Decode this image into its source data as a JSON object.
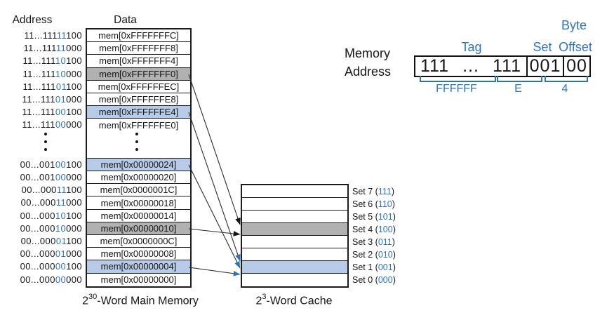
{
  "colors": {
    "accent_blue": "#2E74B8",
    "row_blue": "#B7CAE7",
    "row_gray": "#B1B1B1"
  },
  "left_table": {
    "address_header": "Address",
    "data_header": "Data",
    "caption_base": "2",
    "caption_sup": "30",
    "caption_rest": "-Word Main Memory",
    "rows_top": [
      {
        "addr_pre": "11...111",
        "addr_set": "11",
        "addr_post": "100",
        "data": "mem[0xFFFFFFFC]",
        "highlight": "none"
      },
      {
        "addr_pre": "11...111",
        "addr_set": "11",
        "addr_post": "000",
        "data": "mem[0xFFFFFFF8]",
        "highlight": "none"
      },
      {
        "addr_pre": "11...111",
        "addr_set": "10",
        "addr_post": "100",
        "data": "mem[0xFFFFFFF4]",
        "highlight": "none"
      },
      {
        "addr_pre": "11...111",
        "addr_set": "10",
        "addr_post": "000",
        "data": "mem[0xFFFFFFF0]",
        "highlight": "gray"
      },
      {
        "addr_pre": "11...111",
        "addr_set": "01",
        "addr_post": "100",
        "data": "mem[0xFFFFFFEC]",
        "highlight": "none"
      },
      {
        "addr_pre": "11...111",
        "addr_set": "01",
        "addr_post": "000",
        "data": "mem[0xFFFFFFE8]",
        "highlight": "none"
      },
      {
        "addr_pre": "11...111",
        "addr_set": "00",
        "addr_post": "100",
        "data": "mem[0xFFFFFFE4]",
        "highlight": "blue"
      },
      {
        "addr_pre": "11...111",
        "addr_set": "00",
        "addr_post": "000",
        "data": "mem[0xFFFFFFE0]",
        "highlight": "none"
      }
    ],
    "rows_bottom": [
      {
        "addr_pre": "00...001",
        "addr_set": "00",
        "addr_post": "100",
        "data": "mem[0x00000024]",
        "highlight": "blue"
      },
      {
        "addr_pre": "00...001",
        "addr_set": "00",
        "addr_post": "000",
        "data": "mem[0x00000020]",
        "highlight": "none"
      },
      {
        "addr_pre": "00...000",
        "addr_set": "11",
        "addr_post": "100",
        "data": "mem[0x0000001C]",
        "highlight": "none"
      },
      {
        "addr_pre": "00...000",
        "addr_set": "11",
        "addr_post": "000",
        "data": "mem[0x00000018]",
        "highlight": "none"
      },
      {
        "addr_pre": "00...000",
        "addr_set": "10",
        "addr_post": "100",
        "data": "mem[0x00000014]",
        "highlight": "none"
      },
      {
        "addr_pre": "00...000",
        "addr_set": "10",
        "addr_post": "000",
        "data": "mem[0x00000010]",
        "highlight": "gray"
      },
      {
        "addr_pre": "00...000",
        "addr_set": "01",
        "addr_post": "100",
        "data": "mem[0x0000000C]",
        "highlight": "none"
      },
      {
        "addr_pre": "00...000",
        "addr_set": "01",
        "addr_post": "000",
        "data": "mem[0x00000008]",
        "highlight": "none"
      },
      {
        "addr_pre": "00...000",
        "addr_set": "00",
        "addr_post": "100",
        "data": "mem[0x00000004]",
        "highlight": "blue"
      },
      {
        "addr_pre": "00...000",
        "addr_set": "00",
        "addr_post": "000",
        "data": "mem[0x00000000]",
        "highlight": "none"
      }
    ]
  },
  "cache": {
    "caption_base": "2",
    "caption_sup": "3",
    "caption_rest": "-Word Cache",
    "rows": [
      {
        "label": "Set 7",
        "bits": "111",
        "highlight": "none"
      },
      {
        "label": "Set 6",
        "bits": "110",
        "highlight": "none"
      },
      {
        "label": "Set 5",
        "bits": "101",
        "highlight": "none"
      },
      {
        "label": "Set 4",
        "bits": "100",
        "highlight": "gray"
      },
      {
        "label": "Set 3",
        "bits": "011",
        "highlight": "none"
      },
      {
        "label": "Set 2",
        "bits": "010",
        "highlight": "none"
      },
      {
        "label": "Set 1",
        "bits": "001",
        "highlight": "blue"
      },
      {
        "label": "Set 0",
        "bits": "000",
        "highlight": "none"
      }
    ]
  },
  "address_breakdown": {
    "label_line1": "Memory",
    "label_line2": "Address",
    "byte_label": "Byte",
    "tag_label": "Tag",
    "set_label": "Set",
    "offset_label": "Offset",
    "tag_left": "111",
    "tag_dots": "...",
    "tag_right": "111",
    "set_value": "001",
    "offset_value": "00",
    "bracket_labels": [
      "FFFFFF",
      "E",
      "4"
    ]
  }
}
